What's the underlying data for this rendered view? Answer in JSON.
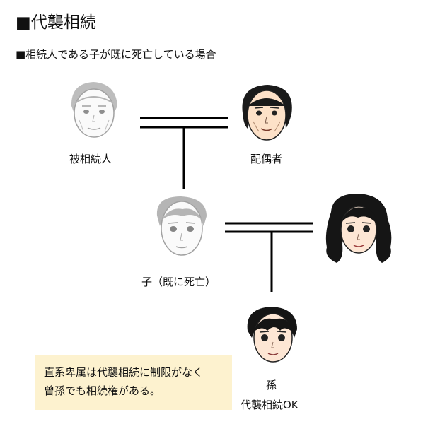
{
  "title": "■代襲相続",
  "subtitle": "■相続人である子が既に死亡している場合",
  "people": {
    "decedent": "被相続人",
    "spouse": "配偶者",
    "child": "子（既に死亡）",
    "grandchild_line1": "孫",
    "grandchild_line2": "代襲相続OK"
  },
  "note": {
    "line1": "直系卑属は代襲相続に制限がなく",
    "line2": "曾孫でも相続権がある。"
  }
}
